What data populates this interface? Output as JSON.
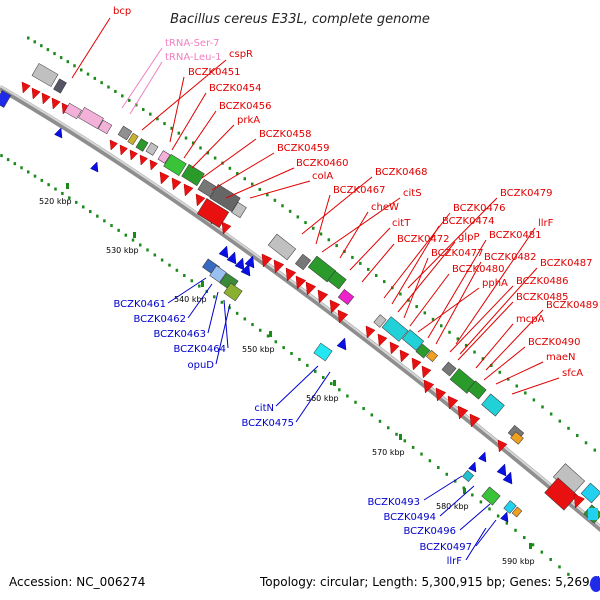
{
  "title": "Bacillus cereus E33L, complete genome",
  "footer": {
    "accession": "Accession: NC_006274",
    "summary": "Topology: circular; Length: 5,300,915 bp; Genes: 5,269"
  },
  "colors": {
    "fwd_label": "#e00000",
    "fwd_arrow": "#ee1111",
    "rev_label": "#0000cc",
    "trna_label": "#f080c0",
    "backbone": "#9a9a9a",
    "tick": "#1a8a1a"
  },
  "ticks": [
    {
      "label": "520 kbp"
    },
    {
      "label": "530 kbp"
    },
    {
      "label": "540 kbp"
    },
    {
      "label": "550 kbp"
    },
    {
      "label": "560 kbp"
    },
    {
      "label": "570 kbp"
    },
    {
      "label": "580 kbp"
    },
    {
      "label": "590 kbp"
    }
  ],
  "fwd_labels": [
    {
      "text": "bcp",
      "color": "red"
    },
    {
      "text": "tRNA-Ser-7",
      "color": "pink"
    },
    {
      "text": "tRNA-Leu-1",
      "color": "pink"
    },
    {
      "text": "cspR",
      "color": "red"
    },
    {
      "text": "BCZK0451",
      "color": "red"
    },
    {
      "text": "BCZK0454",
      "color": "red"
    },
    {
      "text": "BCZK0456",
      "color": "red"
    },
    {
      "text": "prkA",
      "color": "red"
    },
    {
      "text": "BCZK0458",
      "color": "red"
    },
    {
      "text": "BCZK0459",
      "color": "red"
    },
    {
      "text": "BCZK0460",
      "color": "red"
    },
    {
      "text": "colA",
      "color": "red"
    },
    {
      "text": "BCZK0468",
      "color": "red"
    },
    {
      "text": "BCZK0467",
      "color": "red"
    },
    {
      "text": "citS",
      "color": "red"
    },
    {
      "text": "cheW",
      "color": "red"
    },
    {
      "text": "citT",
      "color": "red"
    },
    {
      "text": "BCZK0472",
      "color": "red"
    },
    {
      "text": "BCZK0479",
      "color": "red"
    },
    {
      "text": "BCZK0476",
      "color": "red"
    },
    {
      "text": "BCZK0474",
      "color": "red"
    },
    {
      "text": "glpP",
      "color": "red"
    },
    {
      "text": "BCZK0477",
      "color": "red"
    },
    {
      "text": "BCZK0480",
      "color": "red"
    },
    {
      "text": "pphA",
      "color": "red"
    },
    {
      "text": "llrF",
      "color": "red"
    },
    {
      "text": "BCZK0481",
      "color": "red"
    },
    {
      "text": "BCZK0482",
      "color": "red"
    },
    {
      "text": "BCZK0487",
      "color": "red"
    },
    {
      "text": "BCZK0486",
      "color": "red"
    },
    {
      "text": "BCZK0485",
      "color": "red"
    },
    {
      "text": "BCZK0489",
      "color": "red"
    },
    {
      "text": "mcpA",
      "color": "red"
    },
    {
      "text": "BCZK0490",
      "color": "red"
    },
    {
      "text": "maeN",
      "color": "red"
    },
    {
      "text": "sfcA",
      "color": "red"
    }
  ],
  "rev_labels": [
    {
      "text": "BCZK0461"
    },
    {
      "text": "BCZK0462"
    },
    {
      "text": "BCZK0463"
    },
    {
      "text": "BCZK0464"
    },
    {
      "text": "opuD"
    },
    {
      "text": "citN"
    },
    {
      "text": "BCZK0475"
    },
    {
      "text": "BCZK0493"
    },
    {
      "text": "BCZK0494"
    },
    {
      "text": "BCZK0496"
    },
    {
      "text": "BCZK0497"
    },
    {
      "text": "llrF"
    }
  ]
}
